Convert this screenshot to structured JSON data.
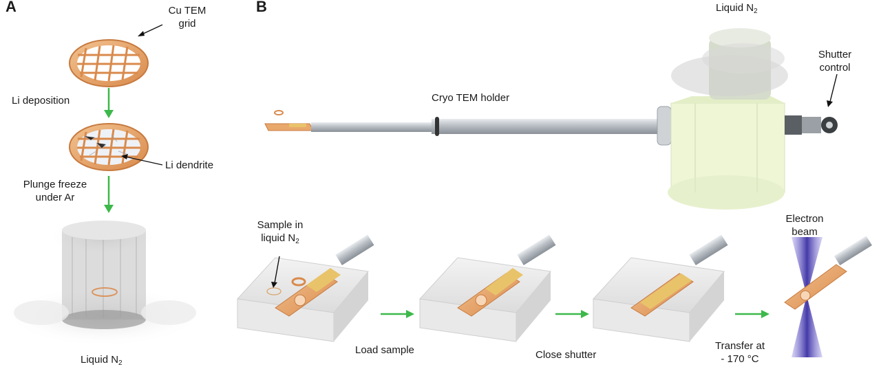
{
  "panel_a": {
    "letter": "A",
    "grid_label": [
      "Cu TEM",
      "grid"
    ],
    "step1": "Li deposition",
    "dendrite_label": "Li dendrite",
    "step2": [
      "Plunge freeze",
      "under Ar"
    ],
    "bath_label": {
      "main": "Liquid N",
      "sub": "2"
    }
  },
  "panel_b": {
    "letter": "B",
    "top_n2": {
      "main": "Liquid N",
      "sub": "2"
    },
    "shutter_label": [
      "Shutter",
      "control"
    ],
    "holder_label": "Cryo TEM holder",
    "sample_label": {
      "line1": "Sample in",
      "line2": "liquid N",
      "sub": "2"
    },
    "beam_label": [
      "Electron",
      "beam"
    ],
    "steps": [
      "Load sample",
      "Close shutter"
    ],
    "transfer": {
      "line1": "Transfer at",
      "line2": "- 170 °C"
    }
  },
  "colors": {
    "copper": "#e8a46c",
    "copper_dark": "#c77a3f",
    "gold": "#e9c36a",
    "arrow_green": "#3db84a",
    "beam_purple": "#4b3fb0",
    "dewar": "#eef6d6"
  }
}
